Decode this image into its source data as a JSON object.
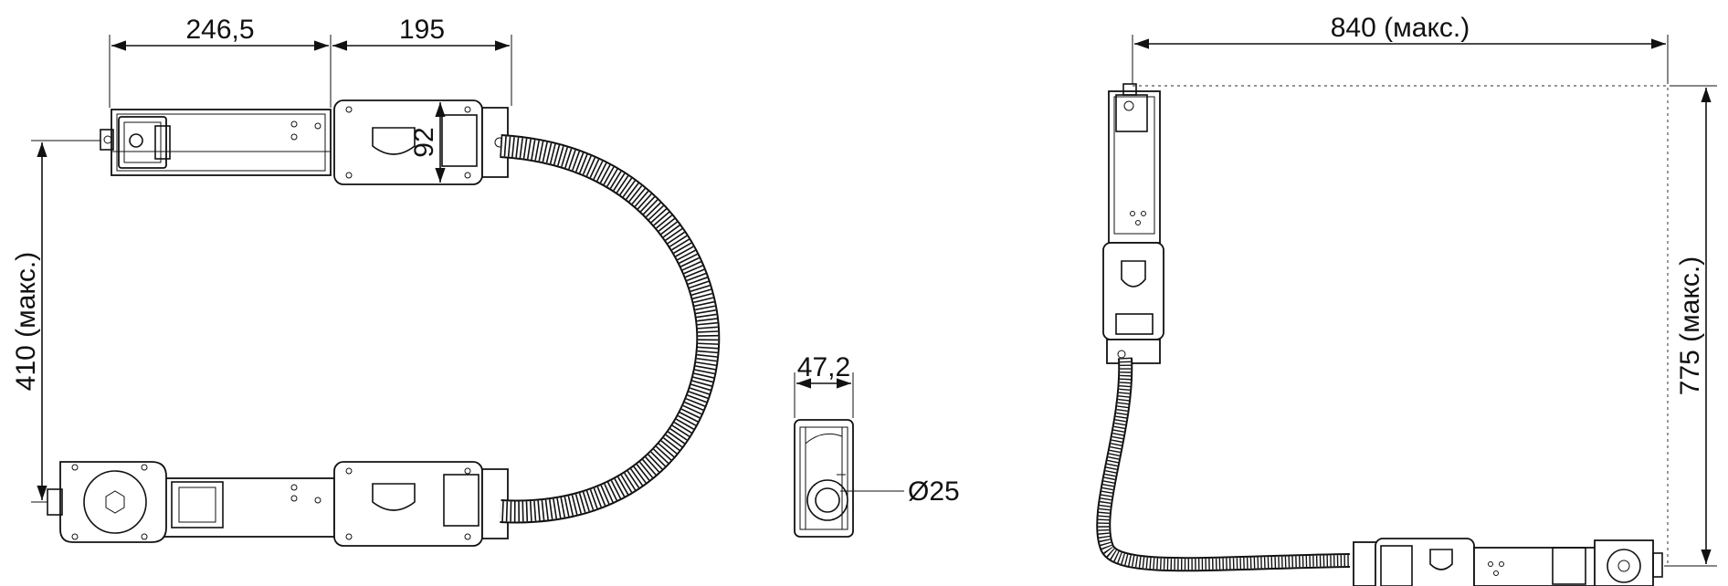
{
  "dimensions": {
    "left_width": "246,5",
    "right_width": "195",
    "height_small": "92",
    "reach_vertical": "410 (макс.)",
    "section_width": "47,2",
    "diameter": "Ø25",
    "reach_horizontal": "840 (макс.)",
    "reach_vertical_right": "775 (макс.)"
  },
  "colors": {
    "line": "#111111",
    "background": "#ffffff",
    "dashed": "#555555"
  }
}
